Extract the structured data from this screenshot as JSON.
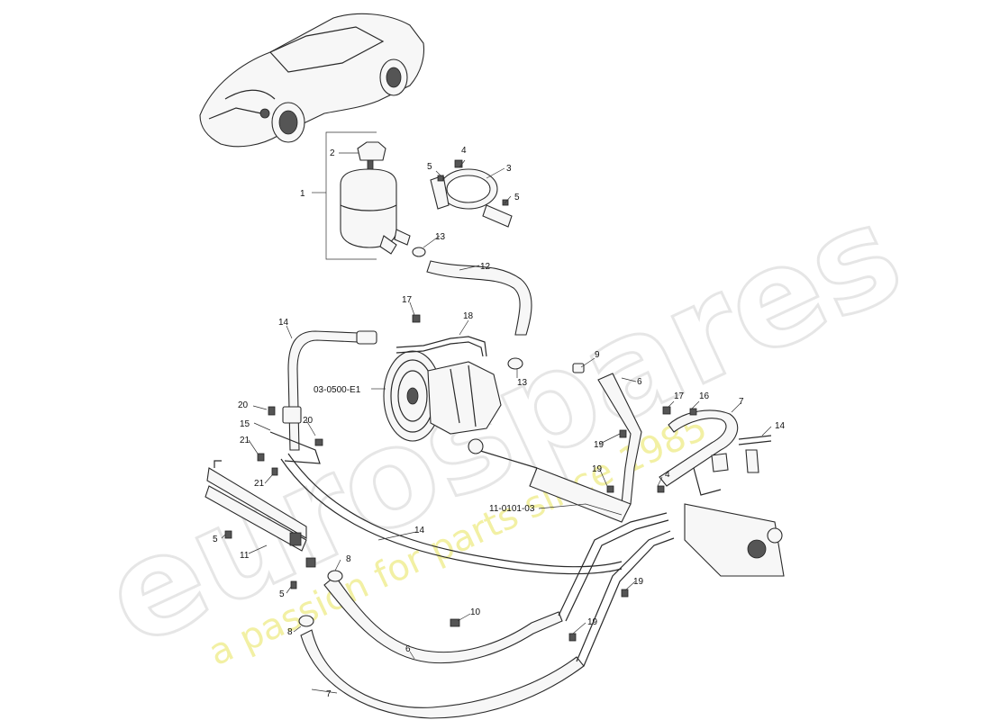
{
  "watermark": {
    "brand": "eurospares",
    "tagline": "a passion for parts since 1985"
  },
  "callouts": [
    {
      "id": "c1",
      "text": "1"
    },
    {
      "id": "c2",
      "text": "2"
    },
    {
      "id": "c3",
      "text": "3"
    },
    {
      "id": "c4a",
      "text": "4"
    },
    {
      "id": "c5a",
      "text": "5"
    },
    {
      "id": "c5b",
      "text": "5"
    },
    {
      "id": "c12",
      "text": "12"
    },
    {
      "id": "c13a",
      "text": "13"
    },
    {
      "id": "c17a",
      "text": "17"
    },
    {
      "id": "c18",
      "text": "18"
    },
    {
      "id": "c14a",
      "text": "14"
    },
    {
      "id": "cref1",
      "text": "03-0500-E1"
    },
    {
      "id": "c13b",
      "text": "13"
    },
    {
      "id": "c9",
      "text": "9"
    },
    {
      "id": "c6a",
      "text": "6"
    },
    {
      "id": "c17b",
      "text": "17"
    },
    {
      "id": "c16",
      "text": "16"
    },
    {
      "id": "c7a",
      "text": "7"
    },
    {
      "id": "c14b",
      "text": "14"
    },
    {
      "id": "c20a",
      "text": "20"
    },
    {
      "id": "c15",
      "text": "15"
    },
    {
      "id": "c20b",
      "text": "20"
    },
    {
      "id": "c21a",
      "text": "21"
    },
    {
      "id": "c21b",
      "text": "21"
    },
    {
      "id": "c19a",
      "text": "19"
    },
    {
      "id": "c19b",
      "text": "19"
    },
    {
      "id": "c4b",
      "text": "4"
    },
    {
      "id": "cref2",
      "text": "11-0101-03"
    },
    {
      "id": "c5c",
      "text": "5"
    },
    {
      "id": "c11",
      "text": "11"
    },
    {
      "id": "c14c",
      "text": "14"
    },
    {
      "id": "c8a",
      "text": "8"
    },
    {
      "id": "c5d",
      "text": "5"
    },
    {
      "id": "c19c",
      "text": "19"
    },
    {
      "id": "c10",
      "text": "10"
    },
    {
      "id": "c19d",
      "text": "19"
    },
    {
      "id": "c8b",
      "text": "8"
    },
    {
      "id": "c6b",
      "text": "6"
    },
    {
      "id": "c7b",
      "text": "7"
    }
  ]
}
